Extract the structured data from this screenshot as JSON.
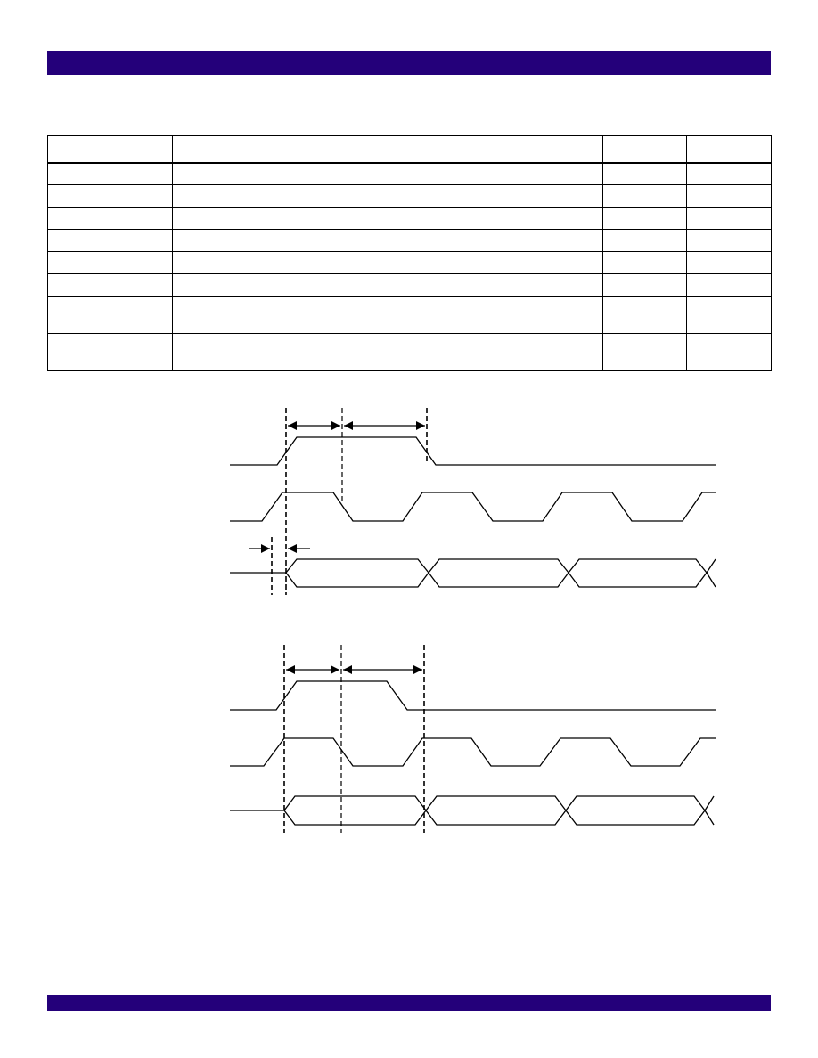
{
  "page": {
    "band_color": "#24007a",
    "line_color": "#000000",
    "background": "#ffffff"
  },
  "table": {
    "columns": 5,
    "row_count": 9
  },
  "diagrams": [
    {
      "id": "timing-diagram-1",
      "signals": 3,
      "markers": 3
    },
    {
      "id": "timing-diagram-2",
      "signals": 3,
      "markers": 3
    }
  ]
}
